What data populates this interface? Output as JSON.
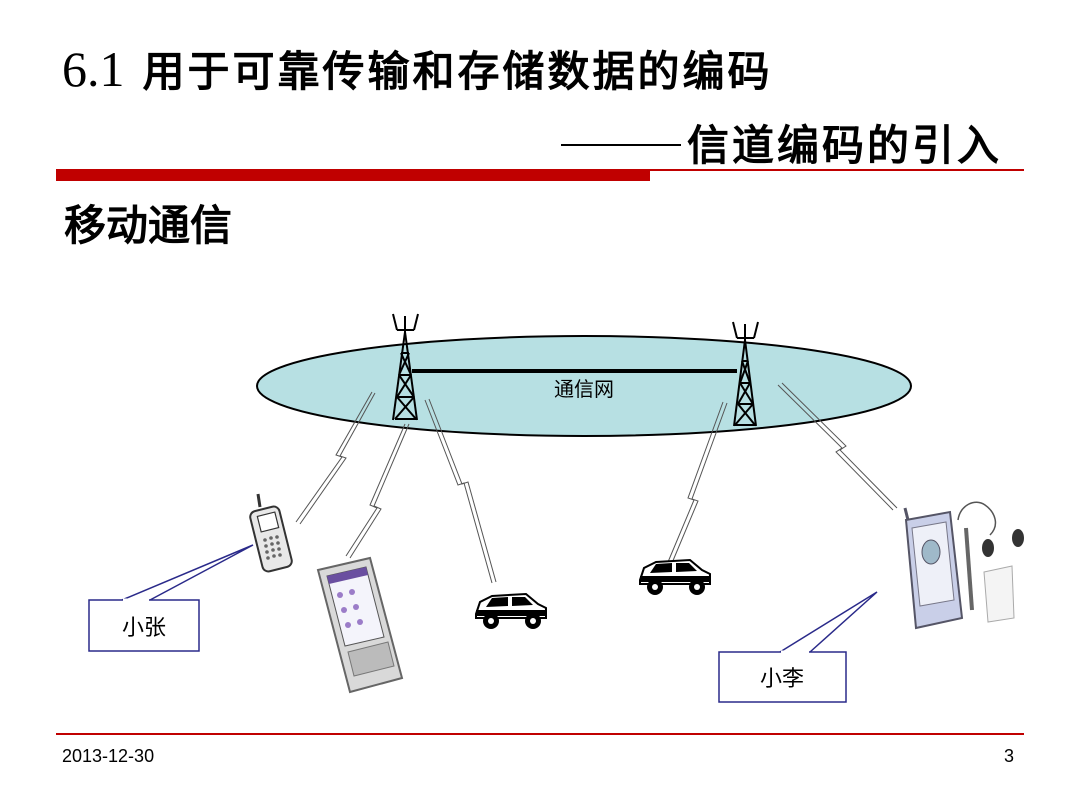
{
  "slide": {
    "title_number": "6.1",
    "title_text": "用于可靠传输和存储数据的编码",
    "subtitle": "信道编码的引入",
    "section_heading": "移动通信"
  },
  "diagram": {
    "network_label": "通信网",
    "user_a_label": "小张",
    "user_b_label": "小李",
    "colors": {
      "network_fill": "#b7e0e3",
      "stroke": "#000000",
      "callout_stroke": "#2a2a8a"
    }
  },
  "footer": {
    "date": "2013-12-30",
    "page": "3"
  },
  "theme": {
    "accent": "#c00000"
  }
}
